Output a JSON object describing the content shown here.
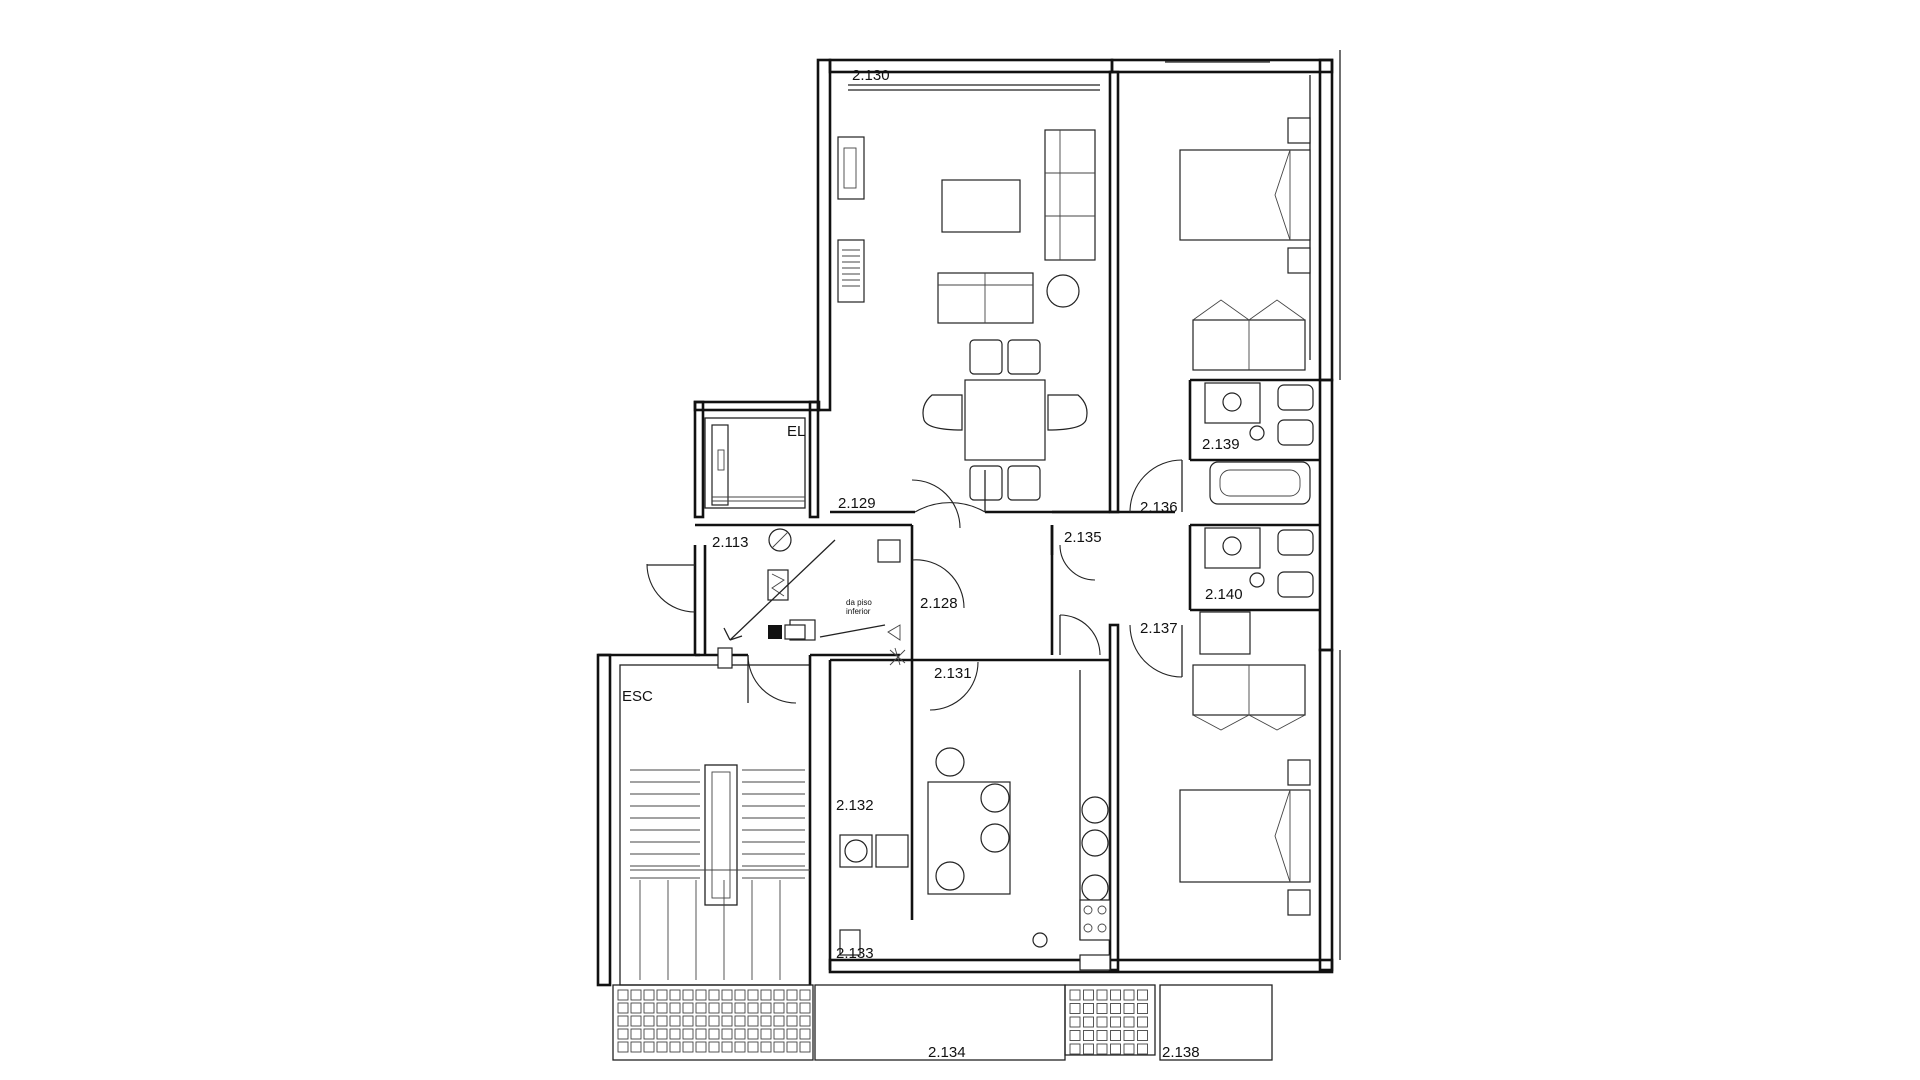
{
  "plan": {
    "room_labels": {
      "r2130": "2.130",
      "r2129": "2.129",
      "r2113": "2.113",
      "r2128": "2.128",
      "r2131": "2.131",
      "r2132": "2.132",
      "r2133": "2.133",
      "r2134": "2.134",
      "r2135": "2.135",
      "r2136": "2.136",
      "r2137": "2.137",
      "r2138": "2.138",
      "r2139": "2.139",
      "r2140": "2.140"
    },
    "area_labels": {
      "elevator": "EL",
      "stairs": "ESC"
    },
    "annotation": {
      "line1": "da piso",
      "line2": "inferior"
    }
  }
}
